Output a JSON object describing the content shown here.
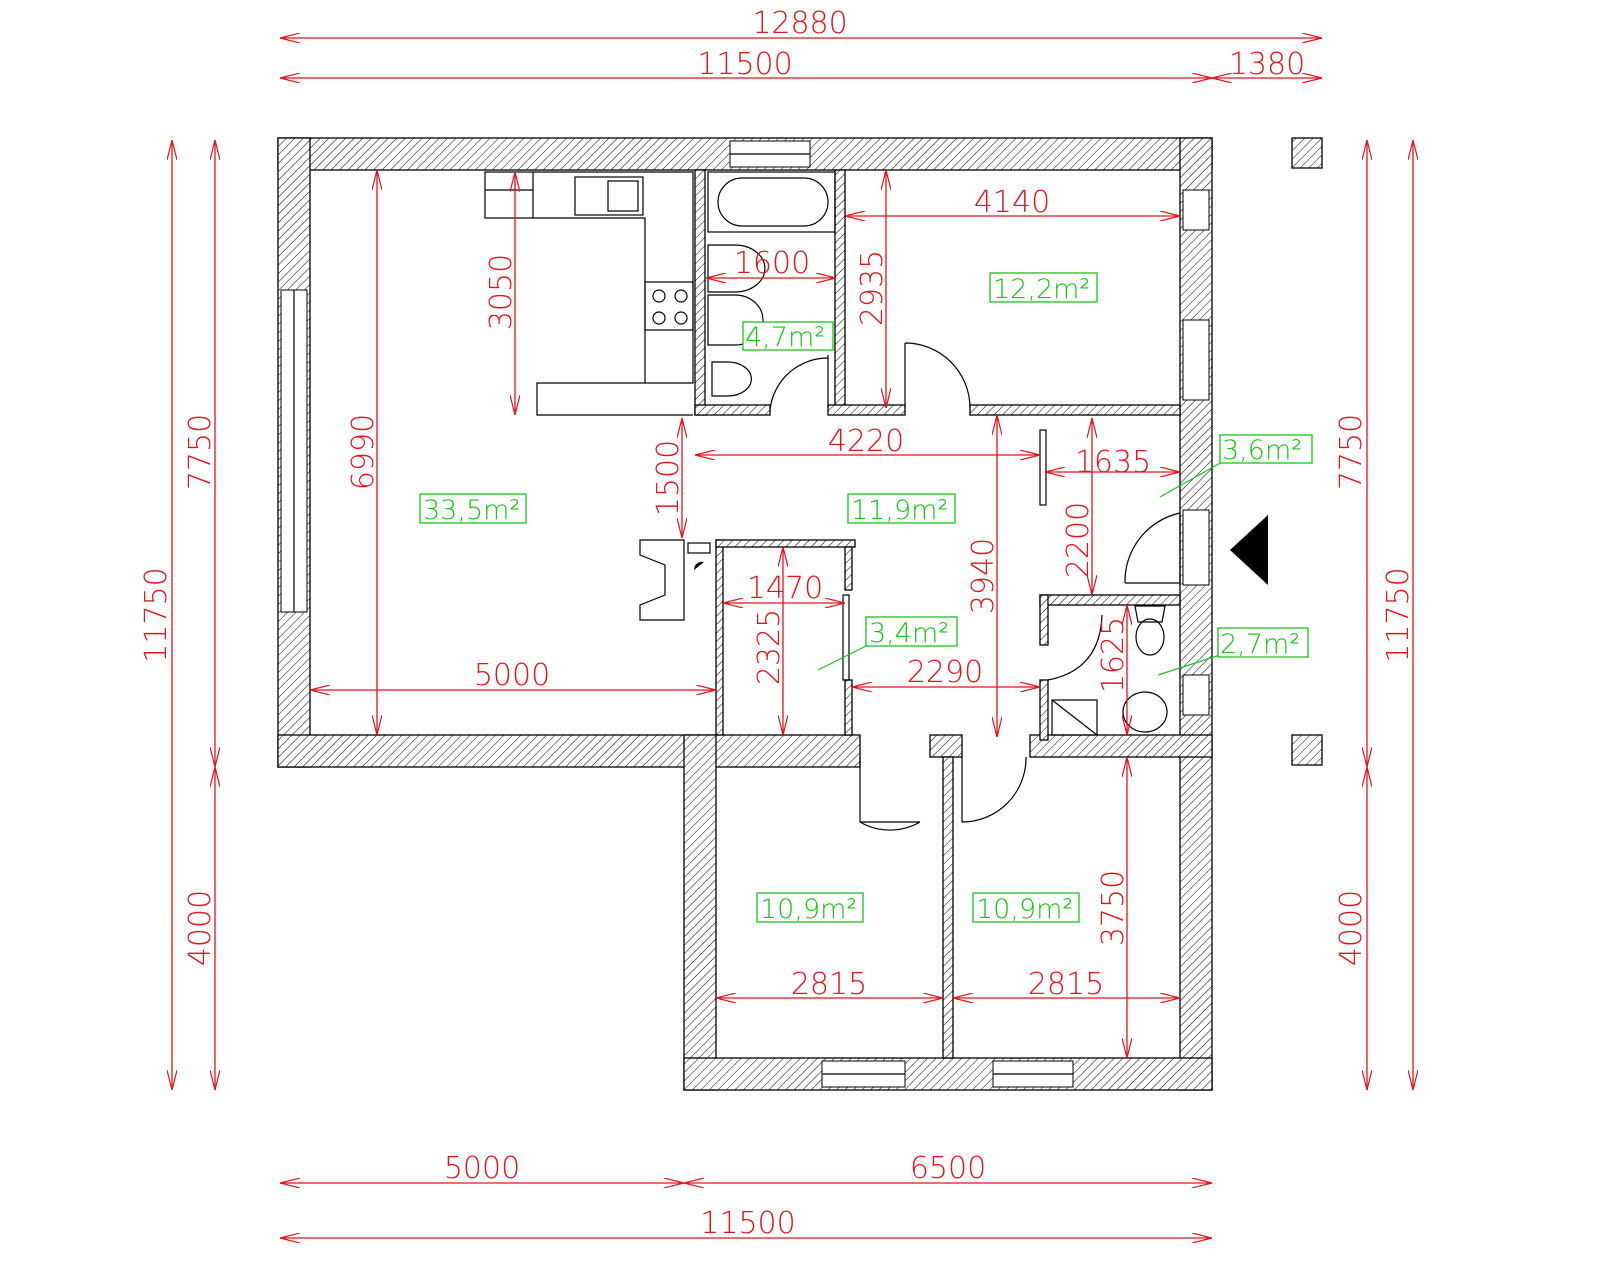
{
  "dimensions": {
    "top_total": "12880",
    "top_building": "11500",
    "top_porch": "1380",
    "left_total": "11750",
    "left_upper": "7750",
    "left_lower": "4000",
    "right_upper": "7750",
    "right_total": "11750",
    "right_lower": "4000",
    "bottom_left": "5000",
    "bottom_right": "6500",
    "bottom_total": "11500",
    "kitchen_depth": "3050",
    "living_depth": "6990",
    "living_width": "5000",
    "hall_gap": "1500",
    "hall_width": "4220",
    "bath_width": "1600",
    "bedroom_top_depth": "2935",
    "bedroom_top_width": "4140",
    "hall_depth": "3940",
    "entry_width": "1635",
    "entry_depth": "2200",
    "closet_width": "1470",
    "closet_depth": "2325",
    "corridor_width": "2290",
    "wc_depth": "1625",
    "bedroom_left_width": "2815",
    "bedroom_right_width": "2815",
    "bedroom_depth": "3750"
  },
  "areas": {
    "living": "33,5m²",
    "hall": "11,9m²",
    "bedroom_top": "12,2m²",
    "bathroom": "4,7m²",
    "entry": "3,6m²",
    "closet": "3,4m²",
    "wc": "2,7m²",
    "bedroom_left": "10,9m²",
    "bedroom_right": "10,9m²"
  },
  "colors": {
    "dimension": "#e0141e",
    "area": "#19c219",
    "wall": "#000000"
  }
}
